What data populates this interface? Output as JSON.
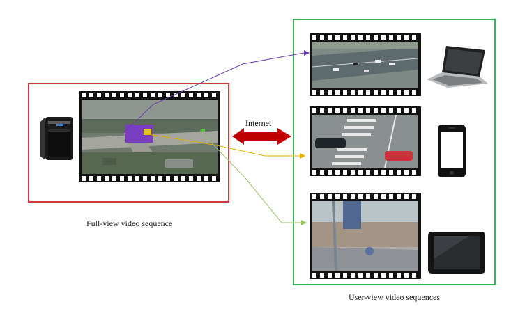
{
  "labels": {
    "full_view": "Full-view video sequence",
    "user_view": "User-view video sequences",
    "internet": "Internet"
  },
  "colors": {
    "server_border": "#d23b3b",
    "user_border": "#37b25a",
    "internet_arrow": "#c00000",
    "roi_purple": "#7a3fc0",
    "roi_yellow": "#e3c320",
    "roi_green": "#5bc04a",
    "line_purple": "#6b3aa8",
    "line_yellow": "#e0b000",
    "line_green": "#9ac26a"
  },
  "icons": {
    "server": "desktop-tower-icon",
    "laptop": "laptop-icon",
    "phone": "smartphone-icon",
    "tablet": "tablet-icon"
  }
}
